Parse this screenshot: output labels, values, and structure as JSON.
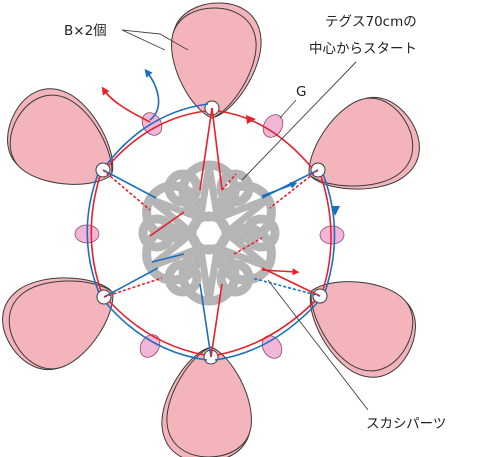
{
  "colors": {
    "petal_fill": "#f4b4bc",
    "petal_stroke": "#3a3a3a",
    "bead_g_fill": "#f2b6d8",
    "motif_fill": "#b5b5b5",
    "thread_red": "#e8202a",
    "thread_blue": "#1a6fbf",
    "leader_line": "#444444"
  },
  "labels": {
    "bead_b": "B×2個",
    "bead_g": "G",
    "start_line1": "テグス70cmの",
    "start_line2": "中心からスタート",
    "motif": "スカシパーツ"
  }
}
